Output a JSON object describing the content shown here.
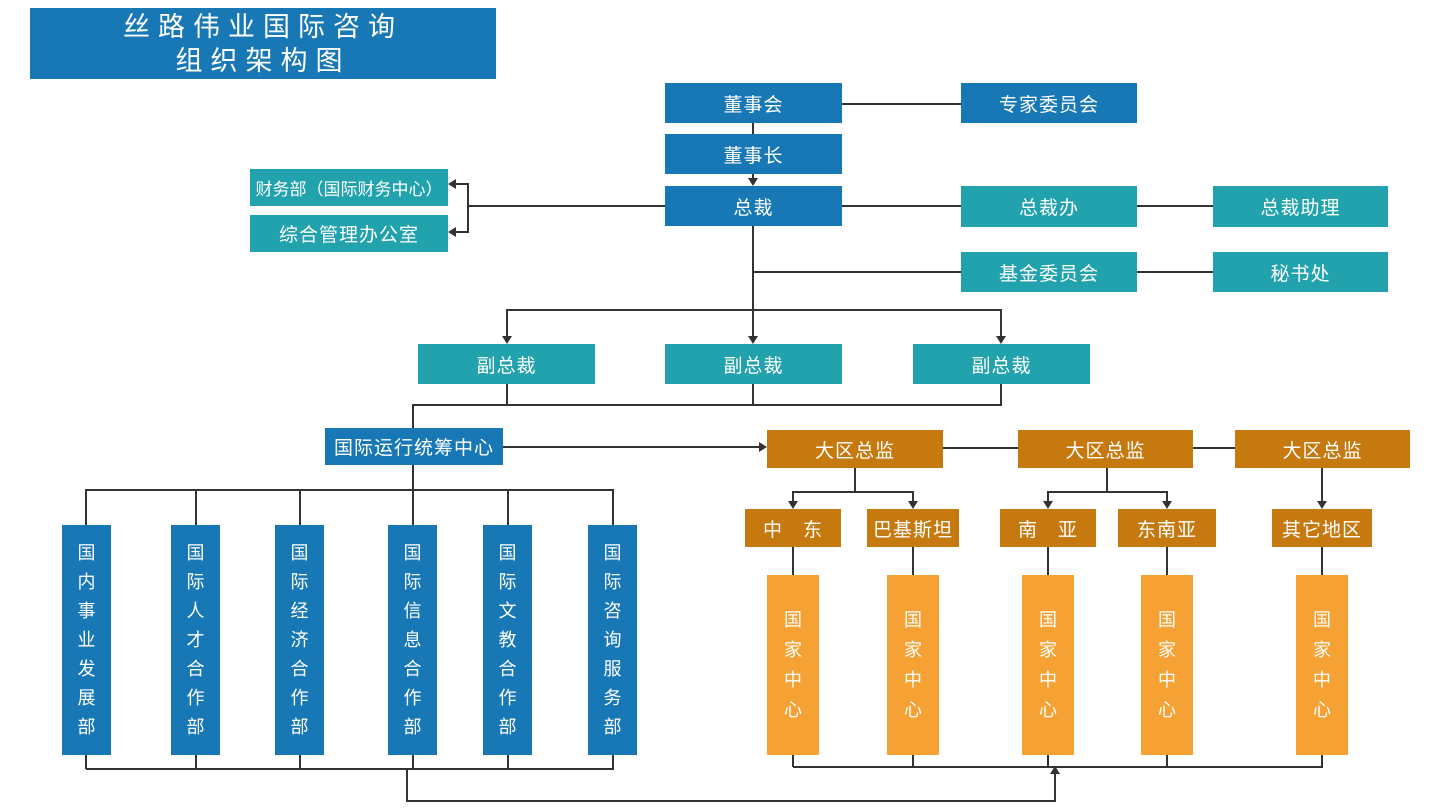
{
  "title": {
    "line1": "丝路伟业国际咨询",
    "line2": "组织架构图"
  },
  "colors": {
    "blue": "#1878B6",
    "teal": "#21A2AC",
    "orange": "#C5790E",
    "orange_light": "#F6A133",
    "line": "#333333"
  },
  "nodes": {
    "board": "董事会",
    "expert_committee": "专家委员会",
    "chairman": "董事长",
    "president": "总裁",
    "finance_dept": "财务部（国际财务中心）",
    "general_office": "综合管理办公室",
    "president_office": "总裁办",
    "president_assistant": "总裁助理",
    "fund_committee": "基金委员会",
    "secretariat": "秘书处",
    "vice_presidents": [
      "副总裁",
      "副总裁",
      "副总裁"
    ],
    "intl_operation_center": "国际运行统筹中心",
    "regional_directors": [
      "大区总监",
      "大区总监",
      "大区总监"
    ],
    "regions": [
      "中　东",
      "巴基斯坦",
      "南　亚",
      "东南亚",
      "其它地区"
    ],
    "country_centers": [
      "国家中心",
      "国家中心",
      "国家中心",
      "国家中心",
      "国家中心"
    ],
    "departments": [
      "国内事业发展部",
      "国际人才合作部",
      "国际经济合作部",
      "国际信息合作部",
      "国际文教合作部",
      "国际咨询服务部"
    ]
  }
}
